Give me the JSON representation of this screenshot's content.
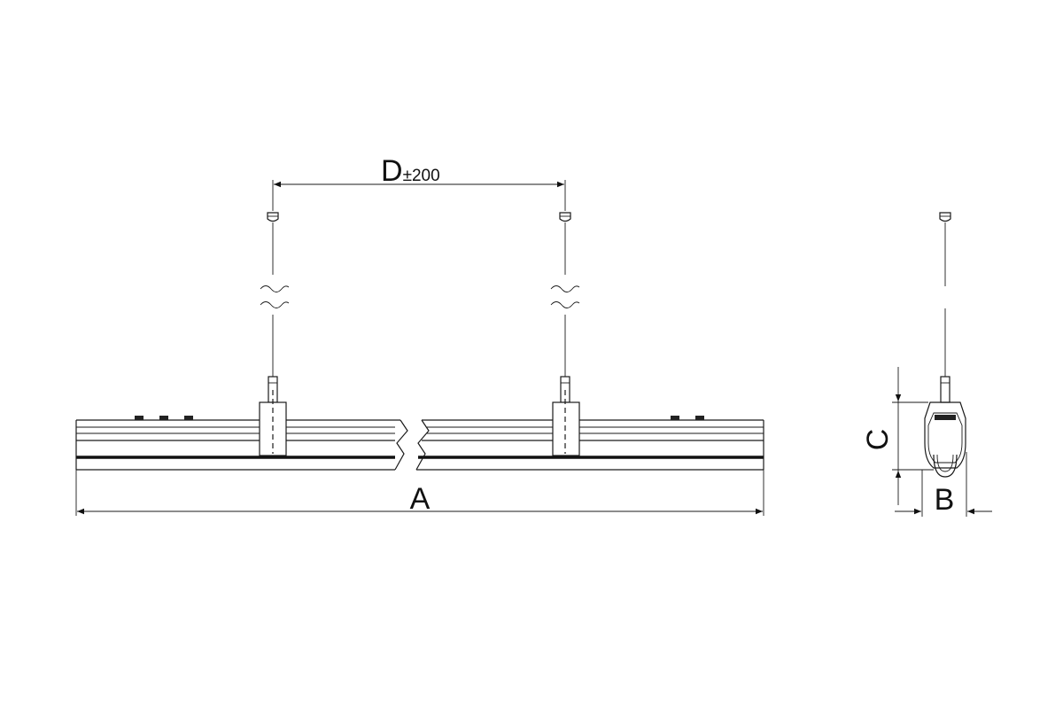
{
  "drawing": {
    "labels": {
      "length": "A",
      "width": "B",
      "height": "C",
      "suspension_spacing": "D",
      "suspension_tolerance": "±200"
    }
  }
}
